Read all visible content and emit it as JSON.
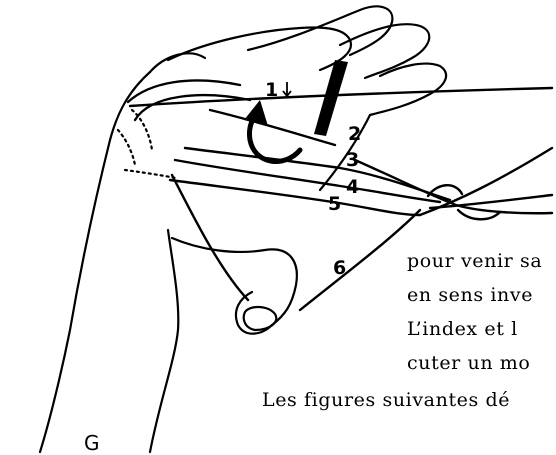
{
  "figure": {
    "string_labels": [
      "1",
      "2",
      "3",
      "4",
      "5",
      "6"
    ],
    "panel_letter": "G"
  },
  "text": {
    "lines": [
      "pour venir sa",
      "en sens inve",
      "L’index et l",
      "cuter un mo",
      "Les figures suivantes dé"
    ]
  }
}
